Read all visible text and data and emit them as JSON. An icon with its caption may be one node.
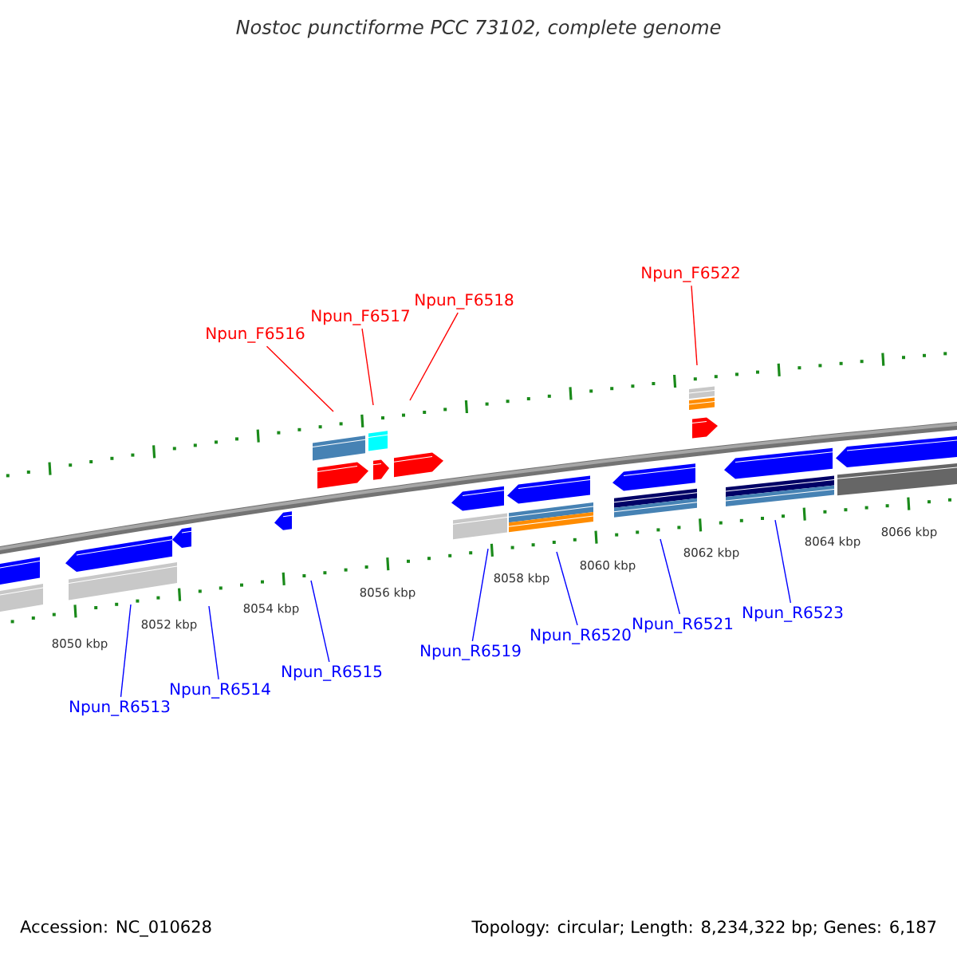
{
  "diagram": {
    "title": "Nostoc punctiforme PCC 73102, complete genome",
    "nodes": [
      {
        "text": [
          "Npun_F6516"
        ]
      },
      {
        "text": [
          "Npun_F6517"
        ]
      },
      {
        "text": [
          "Npun_F6518"
        ]
      },
      {
        "text": [
          "Npun_F6522"
        ]
      },
      {
        "text": [
          "Npun_R6513"
        ]
      },
      {
        "text": [
          "Npun_R6514"
        ]
      },
      {
        "text": [
          "Npun_R6515"
        ]
      },
      {
        "text": [
          "Npun_R6519"
        ]
      },
      {
        "text": [
          "Npun_R6520"
        ]
      },
      {
        "text": [
          "Npun_R6521"
        ]
      },
      {
        "text": [
          "Npun_R6523"
        ]
      }
    ],
    "edges": [
      {
        "from": 0,
        "to": null,
        "arrow": "none",
        "color": "#ff0000"
      },
      {
        "from": 1,
        "to": null,
        "arrow": "none",
        "color": "#ff0000"
      },
      {
        "from": 2,
        "to": null,
        "arrow": "none",
        "color": "#ff0000"
      },
      {
        "from": 3,
        "to": null,
        "arrow": "none",
        "color": "#ff0000"
      },
      {
        "from": 4,
        "to": null,
        "arrow": "none"
      },
      {
        "from": 5,
        "to": null,
        "arrow": "none"
      },
      {
        "from": 6,
        "to": null,
        "arrow": "none"
      },
      {
        "from": 7,
        "to": null,
        "arrow": "none"
      },
      {
        "from": 8,
        "to": null,
        "arrow": "none"
      },
      {
        "from": 9,
        "to": null,
        "arrow": "none"
      },
      {
        "from": 10,
        "to": null,
        "arrow": "none"
      }
    ],
    "labels": [
      "8050 kbp",
      "8052 kbp",
      "8054 kbp",
      "8056 kbp",
      "8058 kbp",
      "8060 kbp",
      "8062 kbp",
      "8064 kbp",
      "8066 kbp",
      "Accession: NC_010628",
      "Topology: circular; Length: 8,234,322 bp; Genes: 6,187"
    ]
  }
}
